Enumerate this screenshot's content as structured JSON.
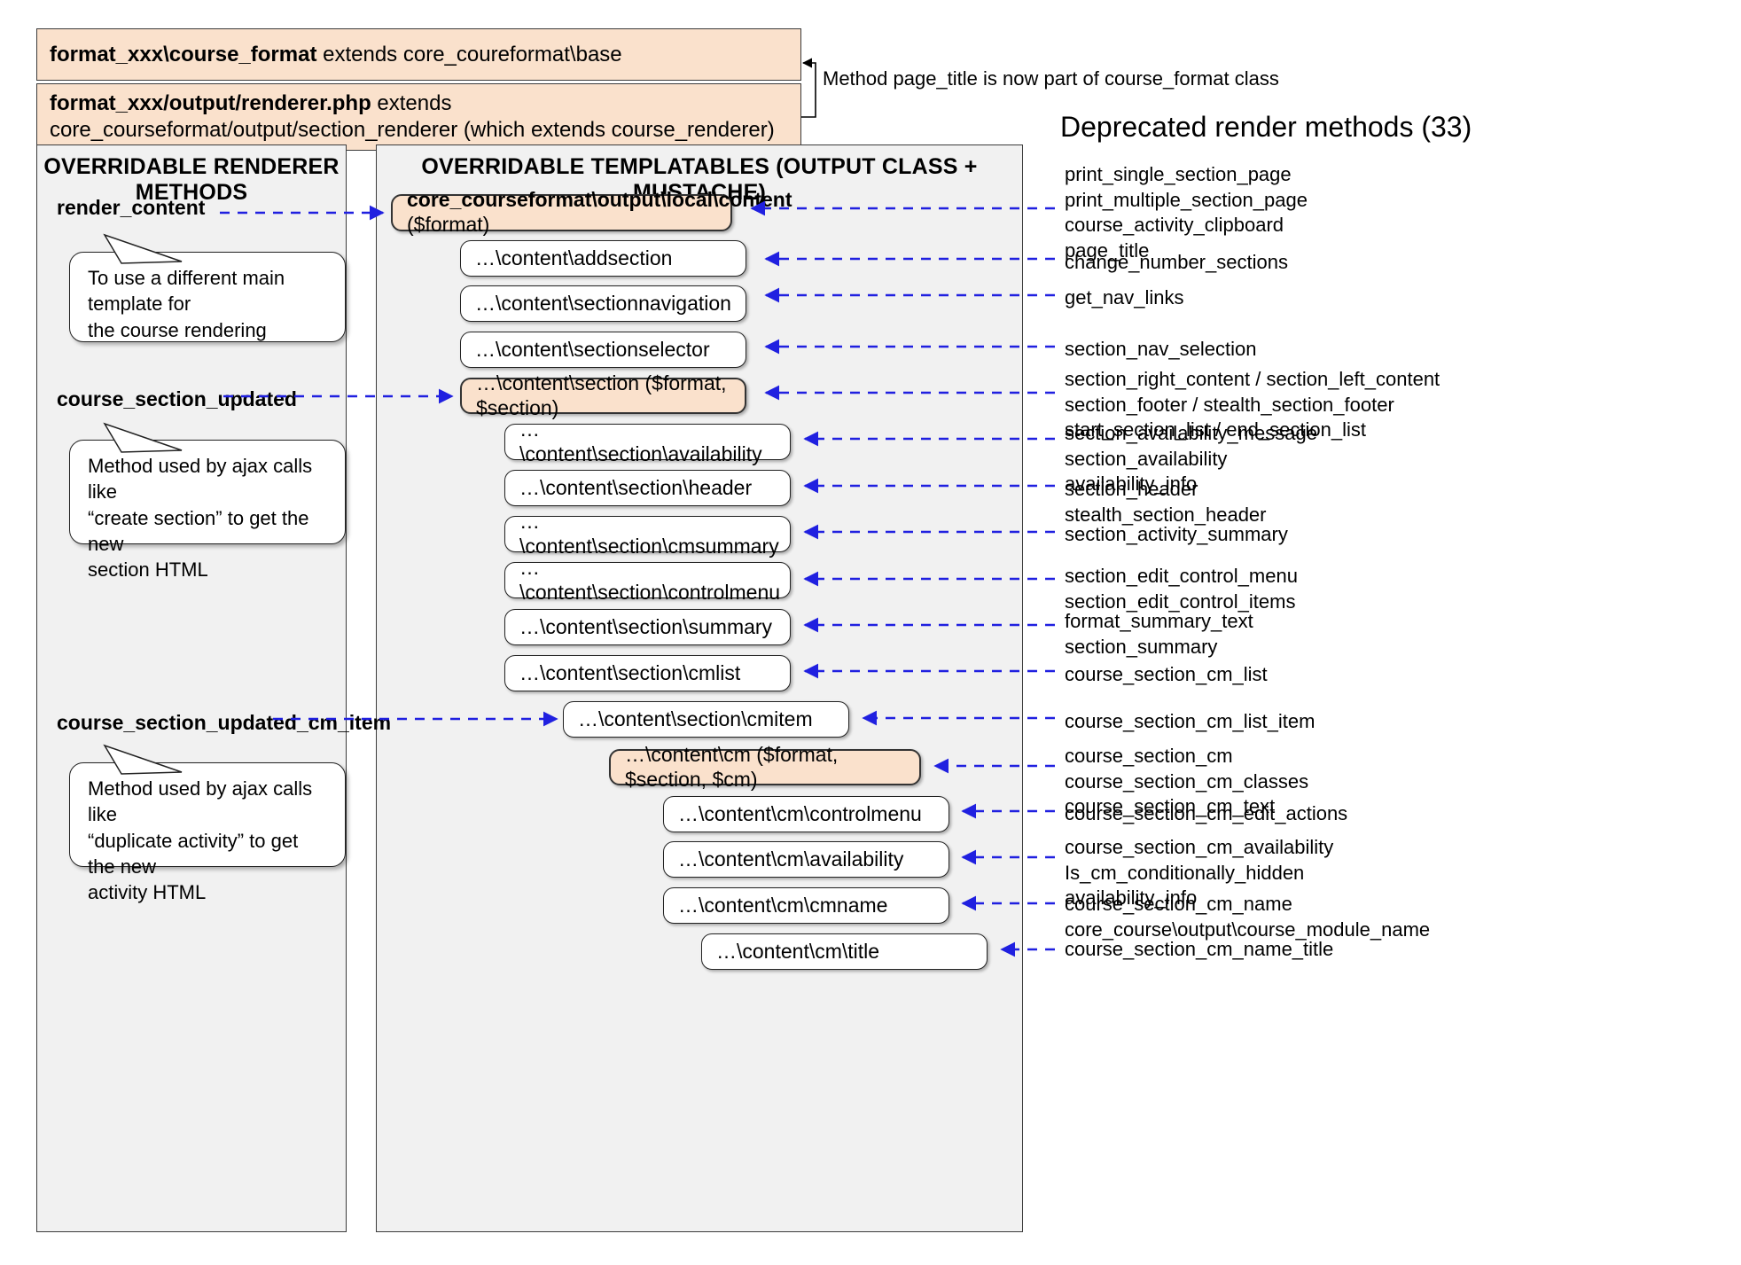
{
  "header": {
    "box1": {
      "bold": "format_xxx\\course_format",
      "rest": " extends core_coureformat\\base"
    },
    "box2": {
      "bold": "format_xxx/output/renderer.php",
      "rest": " extends core_courseformat/output/section_renderer (which extends course_renderer)"
    },
    "note": "Method page_title is now part of course_format class"
  },
  "left_panel": {
    "title": "OVERRIDABLE RENDERER METHODS",
    "methods": [
      {
        "name": "render_content"
      },
      {
        "name": "course_section_updated"
      },
      {
        "name": "course_section_updated_cm_item"
      }
    ],
    "callouts": [
      {
        "text": "To use a different main template for\nthe course rendering"
      },
      {
        "text": "Method used by ajax calls like\n“create section” to get the new\nsection HTML"
      },
      {
        "text": "Method used by ajax calls like\n“duplicate activity” to get the new\nactivity HTML"
      }
    ]
  },
  "center_panel": {
    "title": "OVERRIDABLE TEMPLATABLES (OUTPUT CLASS + MUSTACHE)",
    "nodes": [
      {
        "label": "core_courseformat\\output\\local\\content ($format)",
        "bold_part": "core_courseformat\\output\\local\\content",
        "tail_part": " ($format)",
        "style": "highlight-bold"
      },
      {
        "label": "…\\content\\addsection",
        "style": "plain"
      },
      {
        "label": "…\\content\\sectionnavigation",
        "style": "plain"
      },
      {
        "label": "…\\content\\sectionselector",
        "style": "plain"
      },
      {
        "label": "…\\content\\section ($format, $section)",
        "style": "highlight"
      },
      {
        "label": "…\\content\\section\\availability",
        "style": "plain"
      },
      {
        "label": "…\\content\\section\\header",
        "style": "plain"
      },
      {
        "label": "…\\content\\section\\cmsummary",
        "style": "plain"
      },
      {
        "label": "…\\content\\section\\controlmenu",
        "style": "plain"
      },
      {
        "label": "…\\content\\section\\summary",
        "style": "plain"
      },
      {
        "label": "…\\content\\section\\cmlist",
        "style": "plain"
      },
      {
        "label": "…\\content\\section\\cmitem",
        "style": "plain"
      },
      {
        "label": "…\\content\\cm ($format, $section, $cm)",
        "style": "highlight"
      },
      {
        "label": "…\\content\\cm\\controlmenu",
        "style": "plain"
      },
      {
        "label": "…\\content\\cm\\availability",
        "style": "plain"
      },
      {
        "label": "…\\content\\cm\\cmname",
        "style": "plain"
      },
      {
        "label": "…\\content\\cm\\title",
        "style": "plain"
      }
    ]
  },
  "right_panel": {
    "title": "Deprecated render methods (33)",
    "groups": [
      {
        "text": "print_single_section_page\nprint_multiple_section_page\ncourse_activity_clipboard\npage_title"
      },
      {
        "text": "change_number_sections"
      },
      {
        "text": "get_nav_links"
      },
      {
        "text": "section_nav_selection"
      },
      {
        "text": "section_right_content / section_left_content\nsection_footer / stealth_section_footer\nstart_section_list / end_section_list"
      },
      {
        "text": "section_availability_message\nsection_availability\navailability_info"
      },
      {
        "text": "section_header\nstealth_section_header"
      },
      {
        "text": "section_activity_summary"
      },
      {
        "text": "section_edit_control_menu\nsection_edit_control_items"
      },
      {
        "text": "format_summary_text\nsection_summary"
      },
      {
        "text": "course_section_cm_list"
      },
      {
        "text": "course_section_cm_list_item"
      },
      {
        "text": "course_section_cm\ncourse_section_cm_classes\ncourse_section_cm_text"
      },
      {
        "text": "course_section_cm_edit_actions"
      },
      {
        "text": "course_section_cm_availability\nIs_cm_conditionally_hidden\navailability_info"
      },
      {
        "text": "course_section_cm_name\ncore_course\\output\\course_module_name"
      },
      {
        "text": "course_section_cm_name_title"
      }
    ]
  },
  "colors": {
    "highlight_fill": "#fae1cc",
    "panel_fill": "#f1f1f1",
    "arrow": "#2020e0",
    "border": "#333333"
  }
}
